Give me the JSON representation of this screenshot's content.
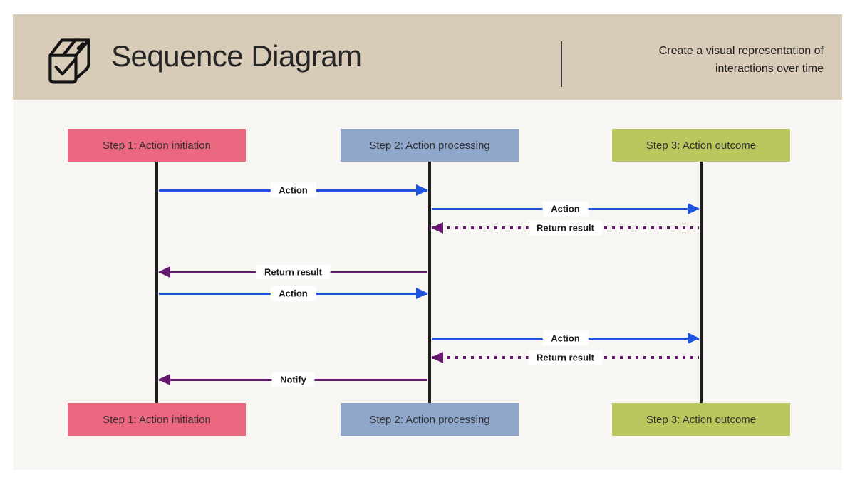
{
  "header": {
    "title": "Sequence Diagram",
    "tagline_line1": "Create a visual representation of",
    "tagline_line2": "interactions over time",
    "icon": "package-check-icon"
  },
  "colors": {
    "header_bg": "#d8cbb8",
    "canvas_bg": "#f7f6f3",
    "blue_arrow": "#2052e0",
    "purple_arrow": "#66176f",
    "lifeline": "#1d1d1d"
  },
  "actors": [
    {
      "id": "step1",
      "label": "Step 1: Action initiation",
      "color": "#ec6880"
    },
    {
      "id": "step2",
      "label": "Step 2: Action processing",
      "color": "#8fa7cb"
    },
    {
      "id": "step3",
      "label": "Step 3: Action outcome",
      "color": "#b9c75e"
    }
  ],
  "messages": [
    {
      "label": "Action",
      "from": "step1",
      "to": "step2",
      "style": "solid",
      "color": "blue"
    },
    {
      "label": "Action",
      "from": "step2",
      "to": "step3",
      "style": "solid",
      "color": "blue"
    },
    {
      "label": "Return result",
      "from": "step3",
      "to": "step2",
      "style": "dotted",
      "color": "purple"
    },
    {
      "label": "Return result",
      "from": "step2",
      "to": "step1",
      "style": "solid",
      "color": "purple"
    },
    {
      "label": "Action",
      "from": "step1",
      "to": "step2",
      "style": "solid",
      "color": "blue"
    },
    {
      "label": "Action",
      "from": "step2",
      "to": "step3",
      "style": "solid",
      "color": "blue"
    },
    {
      "label": "Return result",
      "from": "step3",
      "to": "step2",
      "style": "dotted",
      "color": "purple"
    },
    {
      "label": "Notify",
      "from": "step2",
      "to": "step1",
      "style": "solid",
      "color": "purple"
    }
  ]
}
